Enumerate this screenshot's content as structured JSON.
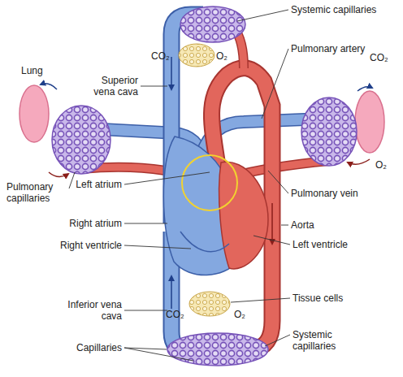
{
  "diagram": {
    "labels": [
      "Systemic capillaries",
      "Superior vena cava",
      "CO₂",
      "O₂",
      "Pulmonary artery",
      "Lung",
      "CO₂",
      "Pulmonary capillaries",
      "O₂",
      "Left atrium",
      "Pulmonary vein",
      "Right atrium",
      "Aorta",
      "Right ventricle",
      "Left ventricle",
      "Inferior vena cava",
      "Tissue cells",
      "CO₂",
      "O₂",
      "Capillaries",
      "Systemic capillaries"
    ]
  }
}
